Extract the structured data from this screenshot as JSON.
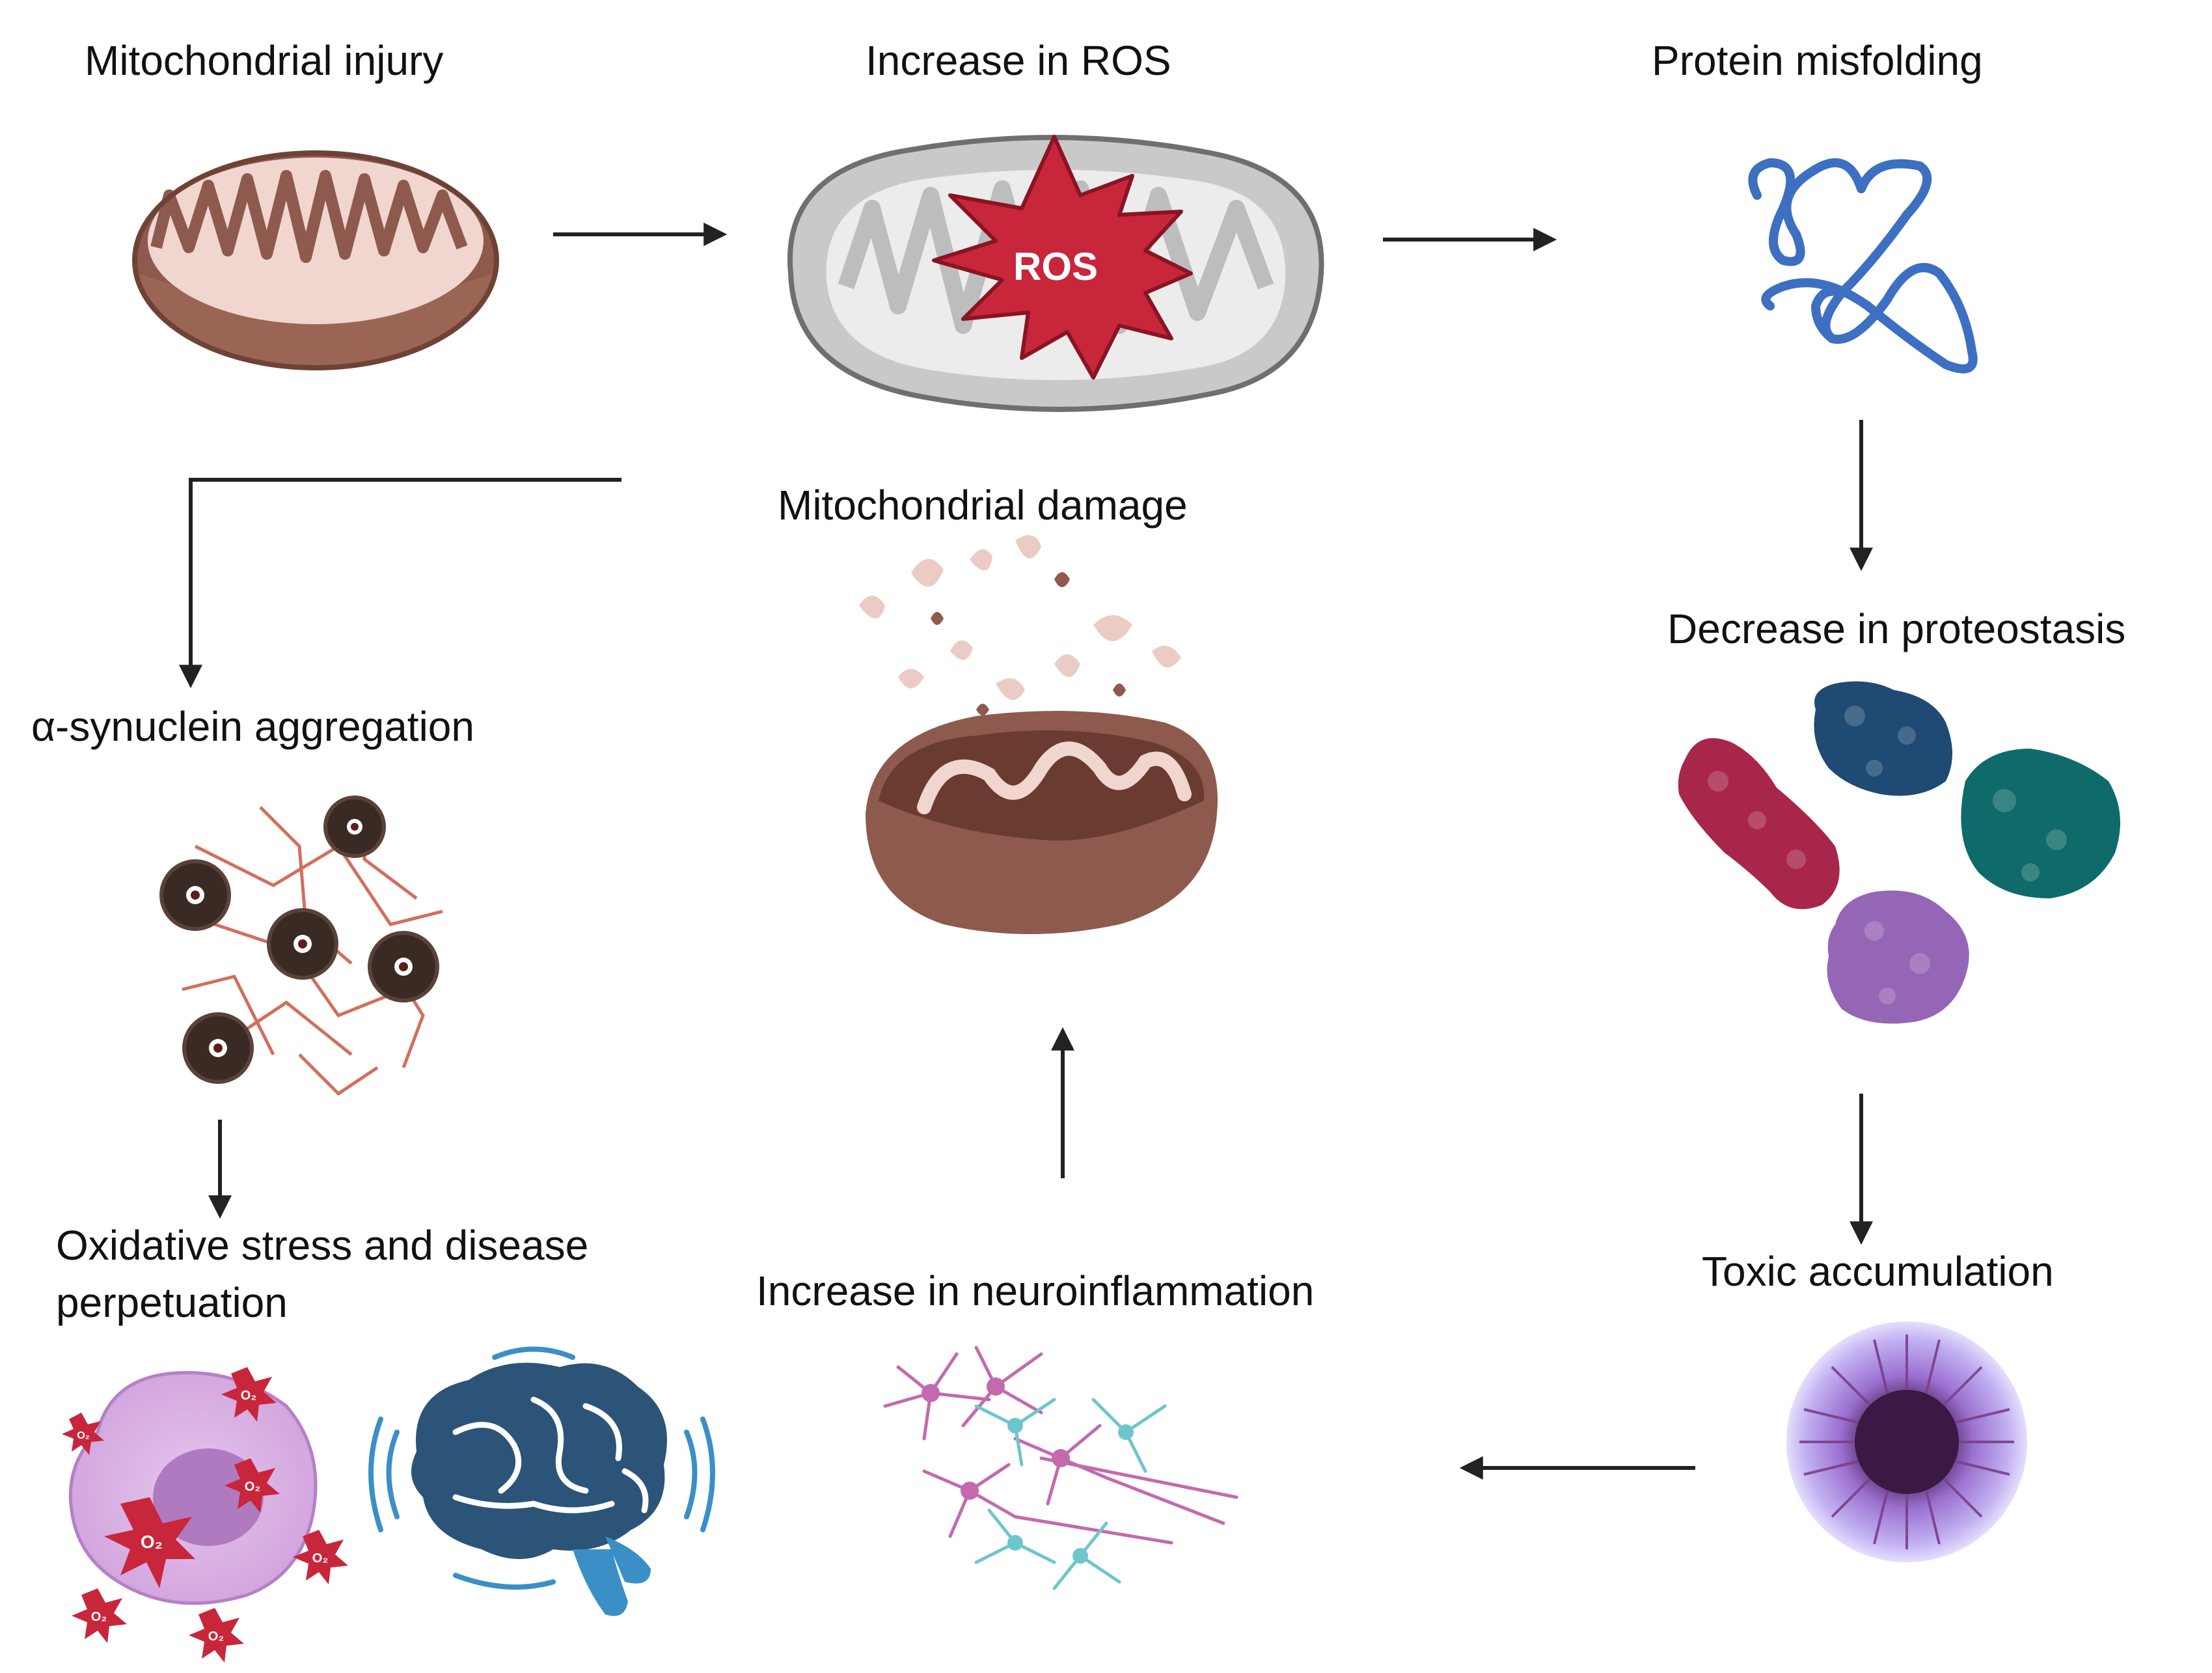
{
  "labels": {
    "mitochondrial_injury": "Mitochondrial injury",
    "increase_ros": "Increase in ROS",
    "protein_misfolding": "Protein misfolding",
    "mitochondrial_damage": "Mitochondrial damage",
    "decrease_proteostasis": "Decrease in proteostasis",
    "alpha_synuclein": "α-synuclein aggregation",
    "oxidative_line1": "Oxidative stress and disease",
    "oxidative_line2": "perpetuation",
    "toxic_accumulation": "Toxic accumulation",
    "neuroinflammation": "Increase in neuroinflammation"
  },
  "badges": {
    "ros": "ROS",
    "o2": "O₂"
  },
  "colors": {
    "mito_outer": "#8e5a4d",
    "mito_fill": "#f1d6cf",
    "mito_gray": "#bdbdbd",
    "ros_star": "#c8263b",
    "protein_blue": "#3d6fc2",
    "crimson": "#a8264a",
    "navy": "#1f4a73",
    "teal": "#0f6b6a",
    "violet": "#9566b6",
    "fibril": "#d26f5e",
    "cell_lilac": "#d9b3e6",
    "brain": "#2b5478",
    "neuron_pink": "#c36aae",
    "neuron_cyan": "#6ec6cd",
    "plaque_purple": "#4b2359",
    "arrow": "#222222"
  }
}
